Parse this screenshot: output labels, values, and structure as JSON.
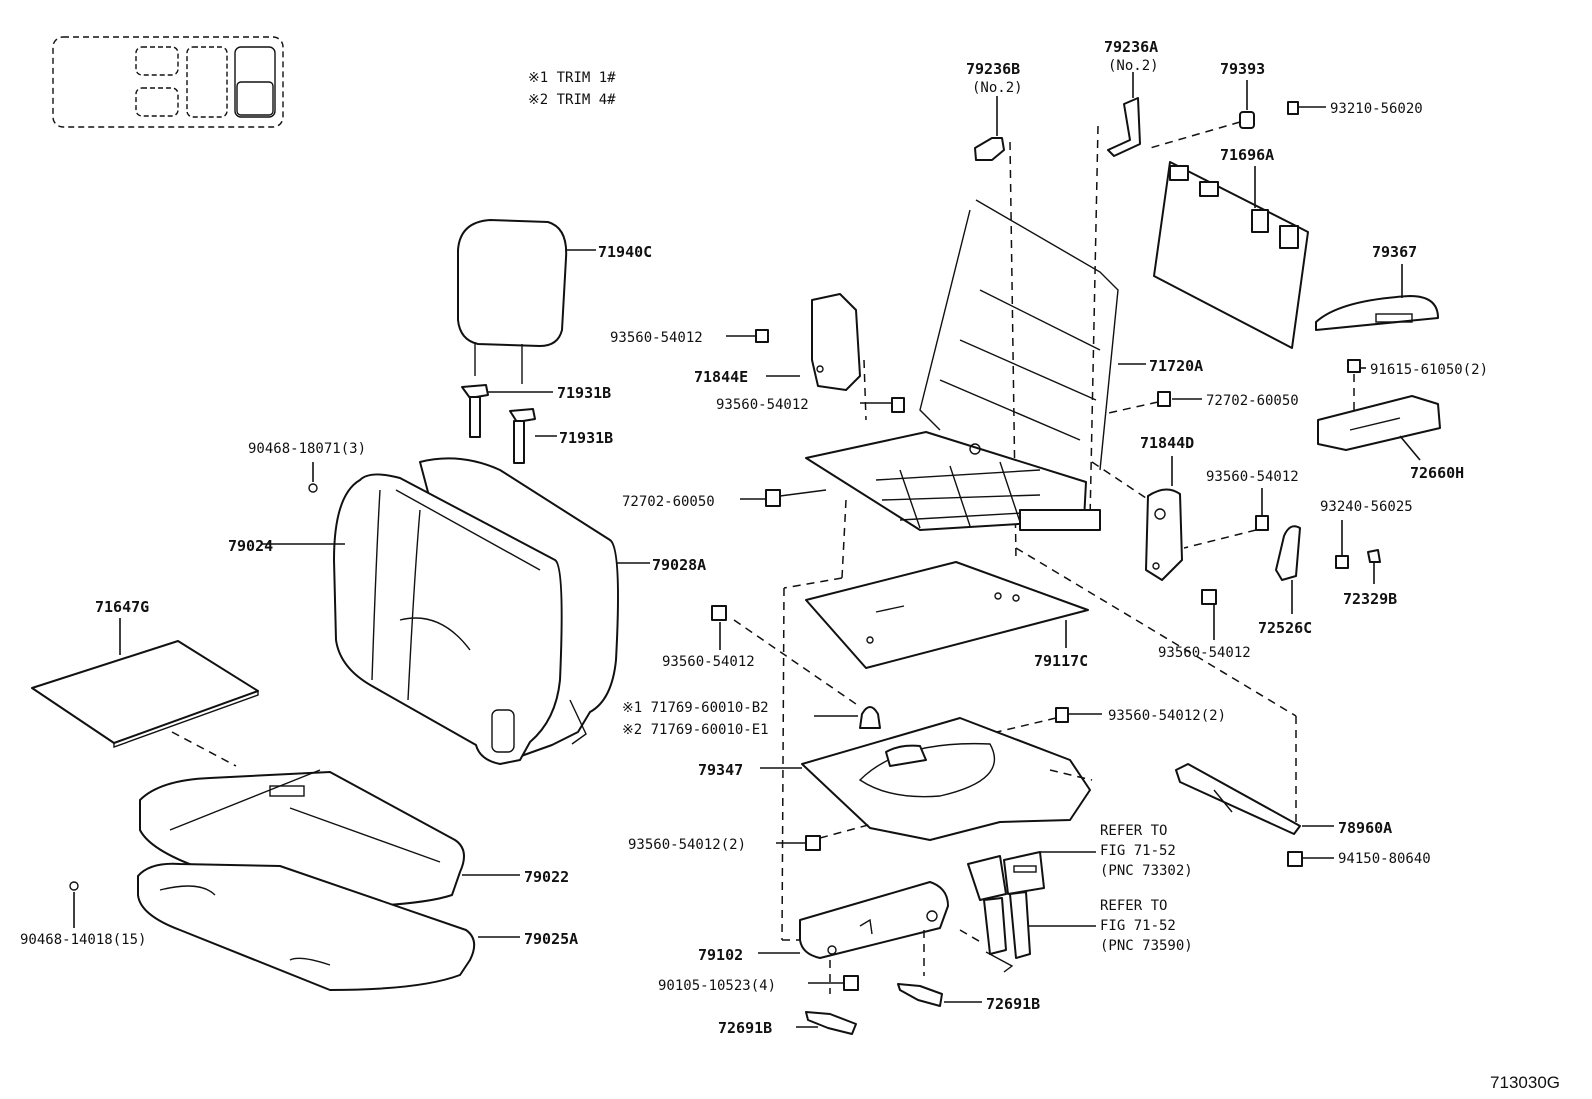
{
  "legend": {
    "trim1": "※1 TRIM 1#",
    "trim2": "※2 TRIM 4#"
  },
  "figure_id": "713030G",
  "parts": {
    "p71940C": "71940C",
    "p71931B_a": "71931B",
    "p71931B_b": "71931B",
    "p90468_18071": "90468-18071(3)",
    "p79024": "79024",
    "p79028A": "79028A",
    "p71647G": "71647G",
    "p79022": "79022",
    "p79025A": "79025A",
    "p90468_14018": "90468-14018(15)",
    "p79236B": "79236B",
    "p79236B_sub": "(No.2)",
    "p79236A": "79236A",
    "p79236A_sub": "(No.2)",
    "p79393": "79393",
    "p93210_56020": "93210-56020",
    "p71696A": "71696A",
    "p79367": "79367",
    "p93560_54012_a": "93560-54012",
    "p71844E": "71844E",
    "p93560_54012_b": "93560-54012",
    "p71720A": "71720A",
    "p91615_61050": "91615-61050(2)",
    "p72702_60050_a": "72702-60050",
    "p72702_60050_b": "72702-60050",
    "p71844D": "71844D",
    "p72660H": "72660H",
    "p93560_54012_c": "93560-54012",
    "p93240_56025": "93240-56025",
    "p72329B": "72329B",
    "p72526C": "72526C",
    "p93560_54012_d": "93560-54012",
    "p93560_54012_e": "93560-54012",
    "p79117C": "79117C",
    "p71769_b2": "※1 71769-60010-B2",
    "p71769_e1": "※2 71769-60010-E1",
    "p93560_54012_f": "93560-54012(2)",
    "p79347": "79347",
    "p78960A": "78960A",
    "p93560_54012_g": "93560-54012(2)",
    "p94150_80640": "94150-80640",
    "refer1_l1": "REFER TO",
    "refer1_l2": "FIG 71-52",
    "refer1_l3": "(PNC 73302)",
    "refer2_l1": "REFER TO",
    "refer2_l2": "FIG 71-52",
    "refer2_l3": "(PNC 73590)",
    "p79102": "79102",
    "p90105_10523": "90105-10523(4)",
    "p72691B_a": "72691B",
    "p72691B_b": "72691B"
  }
}
